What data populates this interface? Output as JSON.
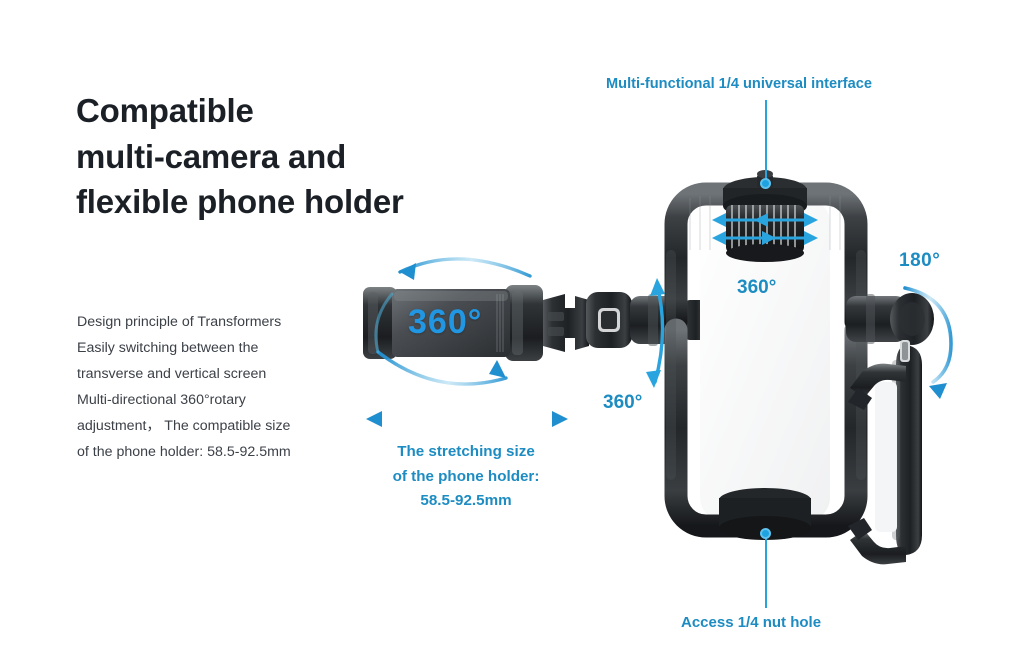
{
  "page": {
    "background": "#ffffff",
    "accent_blue": "#1c8cc2",
    "arrow_blue": "#2aa4de",
    "text_dark": "#1b2026",
    "body_gray": "#3c4148"
  },
  "headline": {
    "line1": "Compatible",
    "line2": "multi-camera and",
    "line3": "flexible phone holder"
  },
  "body": {
    "line1": "Design principle of Transformers",
    "line2": "Easily switching between the",
    "line3": "transverse and vertical screen",
    "line4": "Multi-directional 360°rotary",
    "line5": "adjustment， The compatible size",
    "line6": "of the phone holder: 58.5-92.5mm"
  },
  "annotations": {
    "top_interface": "Multi-functional 1/4 universal interface",
    "bottom_nut": "Access 1/4 nut hole",
    "rotation_180": "180°",
    "rotation_360_arm": "360°",
    "rotation_360_frame": "360°",
    "rotation_360_clamp": "360°"
  },
  "stretch_caption": {
    "line1": "The stretching size",
    "line2": "of the phone holder:",
    "line3": "58.5-92.5mm"
  },
  "icons": {
    "leader_dot_top": "callout-dot-icon",
    "leader_dot_bottom": "callout-dot-icon",
    "clamp_rotation": "rotation-arc-icon",
    "arm_rotation": "vertical-rotation-arrow-icon",
    "frame_rotation": "horizontal-rotation-arrows-icon",
    "bracket_rotation": "arc-arrow-180-icon",
    "width_arrow": "double-headed-arrow-icon"
  },
  "product": {
    "phone_clamp": "phone-holder-clamp",
    "gimbal_frame": "ring-frame-body",
    "top_knob": "knurled-adjustment-knob",
    "bottom_hub": "base-hub-nut",
    "side_bracket": "side-mount-bracket"
  }
}
